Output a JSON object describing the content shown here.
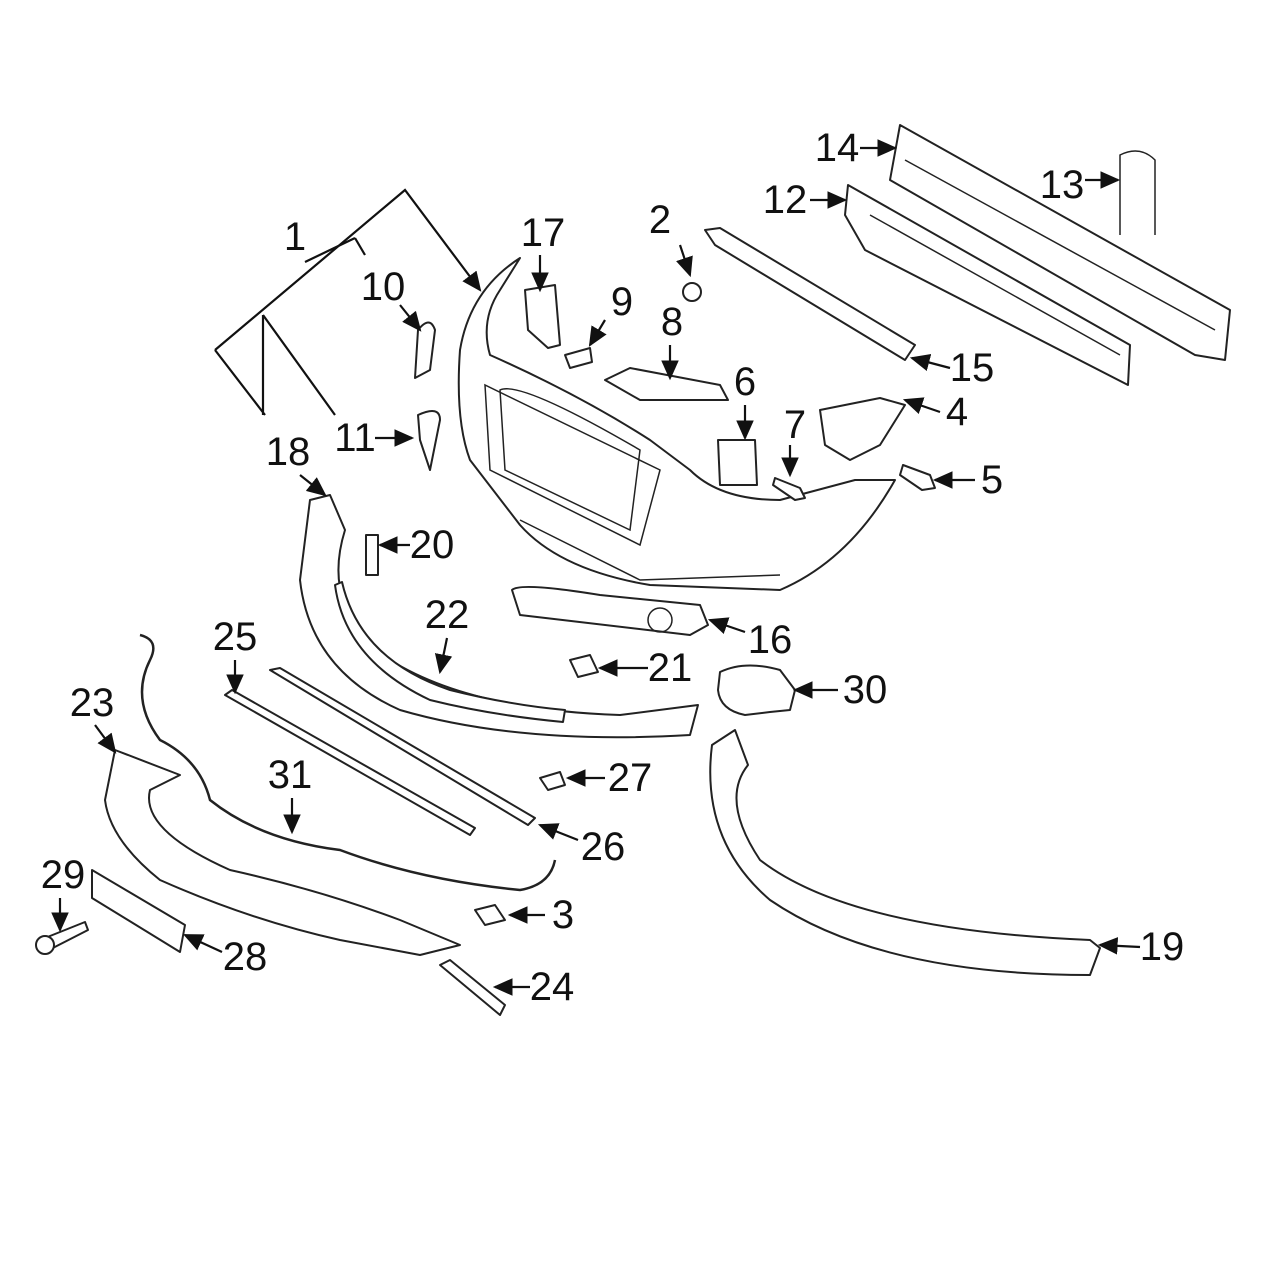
{
  "diagram": {
    "type": "exploded-parts-diagram",
    "callouts": [
      {
        "id": "1",
        "label": "1"
      },
      {
        "id": "2",
        "label": "2"
      },
      {
        "id": "3",
        "label": "3"
      },
      {
        "id": "4",
        "label": "4"
      },
      {
        "id": "5",
        "label": "5"
      },
      {
        "id": "6",
        "label": "6"
      },
      {
        "id": "7",
        "label": "7"
      },
      {
        "id": "8",
        "label": "8"
      },
      {
        "id": "9",
        "label": "9"
      },
      {
        "id": "10",
        "label": "10"
      },
      {
        "id": "11",
        "label": "11"
      },
      {
        "id": "12",
        "label": "12"
      },
      {
        "id": "13",
        "label": "13"
      },
      {
        "id": "14",
        "label": "14"
      },
      {
        "id": "15",
        "label": "15"
      },
      {
        "id": "16",
        "label": "16"
      },
      {
        "id": "17",
        "label": "17"
      },
      {
        "id": "18",
        "label": "18"
      },
      {
        "id": "19",
        "label": "19"
      },
      {
        "id": "20",
        "label": "20"
      },
      {
        "id": "21",
        "label": "21"
      },
      {
        "id": "22",
        "label": "22"
      },
      {
        "id": "23",
        "label": "23"
      },
      {
        "id": "24",
        "label": "24"
      },
      {
        "id": "25",
        "label": "25"
      },
      {
        "id": "26",
        "label": "26"
      },
      {
        "id": "27",
        "label": "27"
      },
      {
        "id": "28",
        "label": "28"
      },
      {
        "id": "29",
        "label": "29"
      },
      {
        "id": "30",
        "label": "30"
      },
      {
        "id": "31",
        "label": "31"
      }
    ]
  }
}
